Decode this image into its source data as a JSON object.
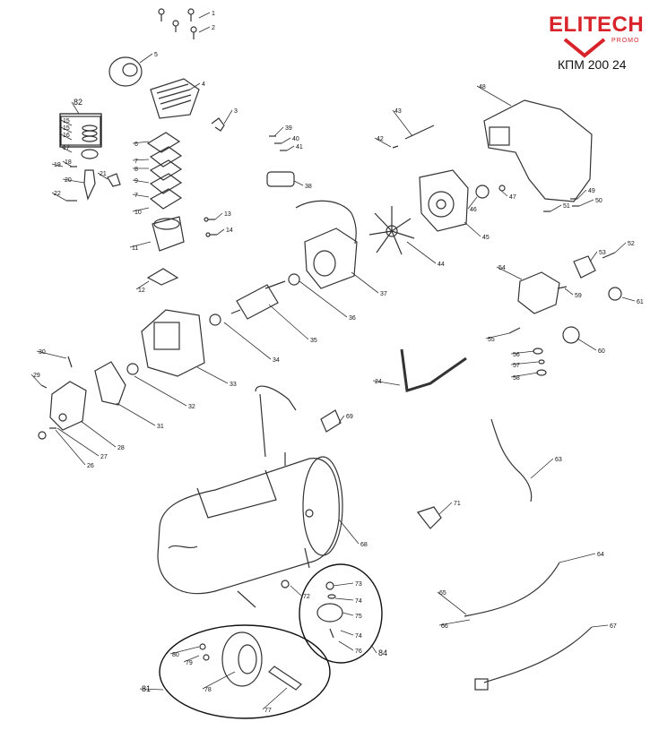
{
  "brand": {
    "name": "ELITECH",
    "sub": "PROMO",
    "accent_color": "#d8232a"
  },
  "model": "КПМ 200 24",
  "parts": [
    "1",
    "2",
    "3",
    "4",
    "5",
    "6",
    "7",
    "8",
    "9",
    "7",
    "10",
    "11",
    "12",
    "13",
    "14",
    "15",
    "15",
    "16",
    "17",
    "18",
    "19",
    "20",
    "21",
    "22",
    "24",
    "26",
    "27",
    "28",
    "29",
    "30",
    "31",
    "32",
    "33",
    "34",
    "35",
    "36",
    "37",
    "38",
    "39",
    "40",
    "41",
    "42",
    "43",
    "44",
    "45",
    "46",
    "47",
    "48",
    "49",
    "50",
    "51",
    "52",
    "53",
    "54",
    "55",
    "56",
    "57",
    "58",
    "59",
    "60",
    "61",
    "63",
    "64",
    "65",
    "66",
    "67",
    "68",
    "69",
    "71",
    "72",
    "73",
    "74",
    "75",
    "74",
    "76",
    "77",
    "78",
    "79",
    "80",
    "81",
    "82",
    "84"
  ]
}
